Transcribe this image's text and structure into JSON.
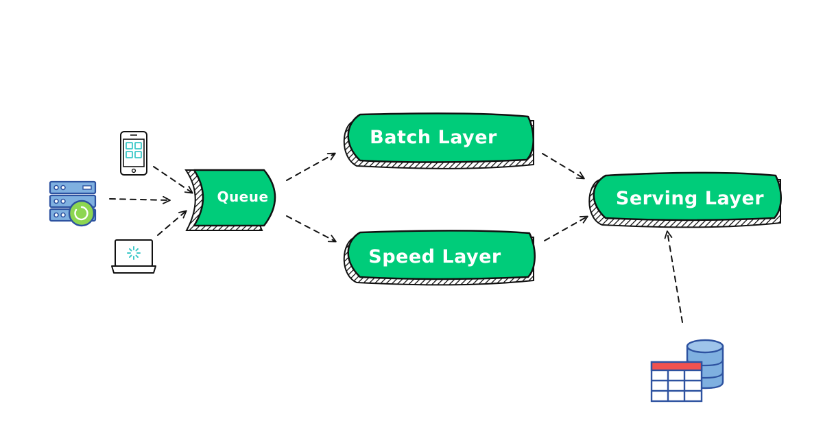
{
  "nodes": {
    "queue": {
      "label": "Queue"
    },
    "batch_layer": {
      "label": "Batch Layer"
    },
    "speed_layer": {
      "label": "Speed Layer"
    },
    "serving_layer": {
      "label": "Serving Layer"
    }
  },
  "sources": [
    {
      "icon": "mobile-phone-icon"
    },
    {
      "icon": "server-icon"
    },
    {
      "icon": "laptop-icon"
    }
  ],
  "sinks": [
    {
      "icon": "database-table-icon"
    }
  ],
  "edges": [
    {
      "from": "mobile-phone-icon",
      "to": "queue"
    },
    {
      "from": "server-icon",
      "to": "queue"
    },
    {
      "from": "laptop-icon",
      "to": "queue"
    },
    {
      "from": "queue",
      "to": "batch_layer"
    },
    {
      "from": "queue",
      "to": "speed_layer"
    },
    {
      "from": "batch_layer",
      "to": "serving_layer"
    },
    {
      "from": "speed_layer",
      "to": "serving_layer"
    },
    {
      "from": "database-table-icon",
      "to": "serving_layer"
    }
  ],
  "colors": {
    "node_fill": "#00cc7a",
    "node_stroke": "#111111",
    "label_text": "#ffffff",
    "icon_blue": "#2d52a0",
    "icon_light_blue": "#7fb0e0",
    "icon_teal": "#3cc8c8",
    "icon_green": "#8dd651",
    "icon_red": "#f0524f"
  }
}
